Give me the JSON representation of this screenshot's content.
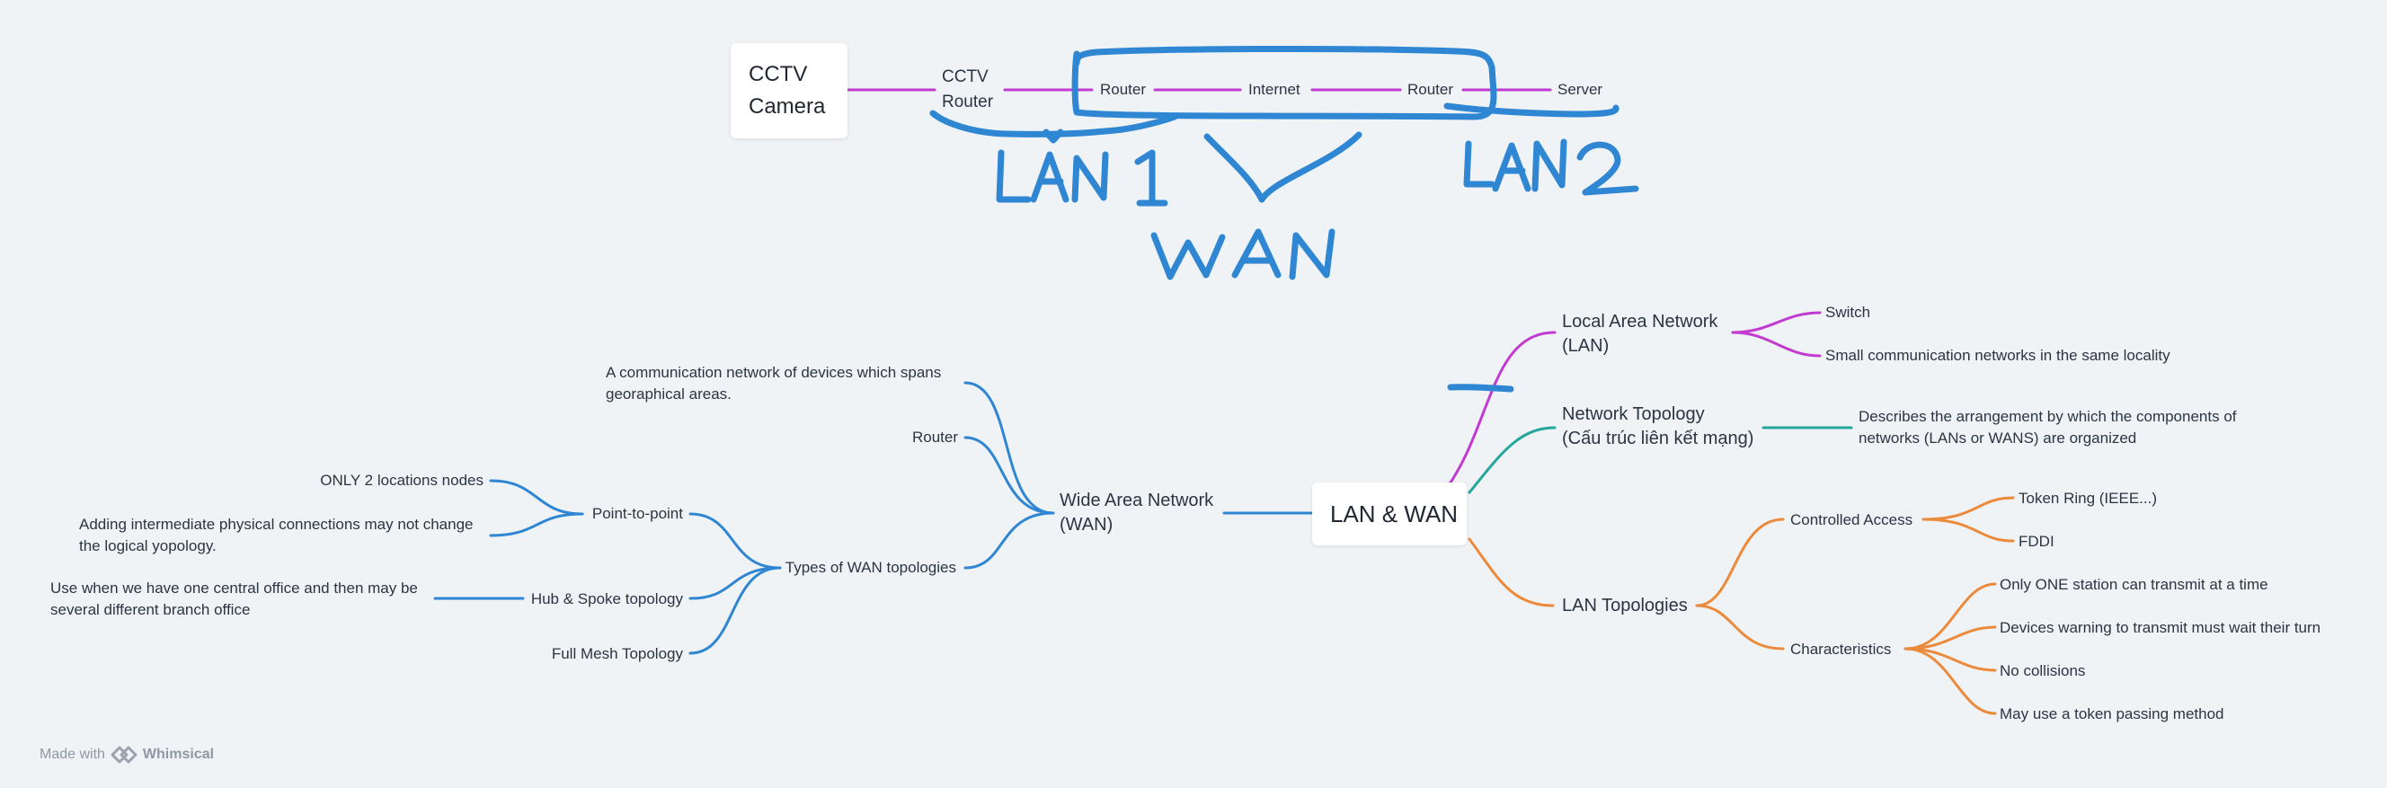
{
  "center": "LAN & WAN",
  "chain": {
    "camera": "CCTV\nCamera",
    "cctv_router": "CCTV\nRouter",
    "router1": "Router",
    "internet": "Internet",
    "router2": "Router",
    "server": "Server"
  },
  "annotations": {
    "lan1": "LAN 1",
    "lan2": "LAN2",
    "wan": "WAN"
  },
  "right": {
    "lan": {
      "label": "Local Area Network\n(LAN)",
      "children": [
        "Switch",
        "Small communication networks in the same locality"
      ]
    },
    "topology": {
      "label": "Network Topology\n(Cấu trúc liên kết mạng)",
      "description": "Describes the arrangement by which the components of\nnetworks (LANs or WANS) are organized"
    },
    "lan_topologies": {
      "label": "LAN Topologies",
      "controlled_access": {
        "label": "Controlled Access",
        "children": [
          "Token Ring (IEEE...)",
          "FDDI"
        ]
      },
      "characteristics": {
        "label": "Characteristics",
        "children": [
          "Only ONE station can transmit at a time",
          "Devices warning to transmit must wait their turn",
          "No collisions",
          "May use a token passing method"
        ]
      }
    }
  },
  "left": {
    "wan": {
      "label": "Wide Area Network\n(WAN)",
      "definition": "A communication network of devices which spans\ngeoraphical areas.",
      "router": "Router",
      "types": {
        "label": "Types of WAN topologies",
        "p2p": {
          "label": "Point-to-point",
          "children": [
            "ONLY 2 locations nodes",
            "Adding intermediate physical connections may not change\nthe logical yopology."
          ]
        },
        "hub": {
          "label": "Hub & Spoke topology",
          "note": "Use when we have one central office and then may be\nseveral different branch office"
        },
        "mesh": "Full Mesh Topology"
      }
    }
  },
  "brand": {
    "made_with": "Made with",
    "name": "Whimsical"
  },
  "colors": {
    "blue": "#2f86d2",
    "magenta": "#c13bd1",
    "teal": "#23a79b",
    "orange": "#ec8a3b",
    "ink": "#2f86d2"
  }
}
